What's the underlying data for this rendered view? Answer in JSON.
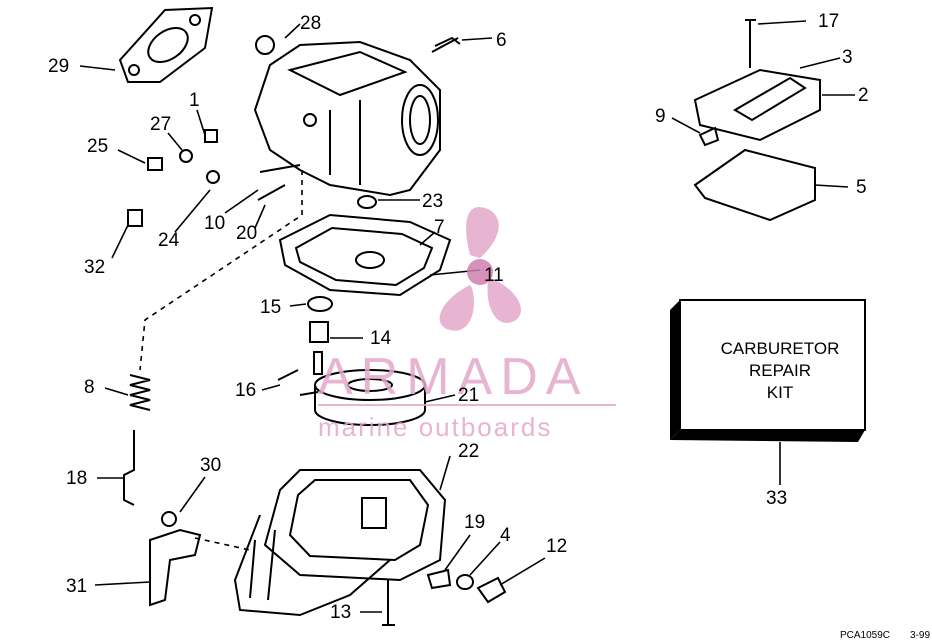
{
  "callouts": [
    "1",
    "2",
    "3",
    "4",
    "5",
    "6",
    "7",
    "8",
    "9",
    "10",
    "11",
    "12",
    "13",
    "14",
    "15",
    "16",
    "17",
    "18",
    "19",
    "20",
    "21",
    "22",
    "23",
    "24",
    "25",
    "27",
    "28",
    "29",
    "30",
    "31",
    "32",
    "33"
  ],
  "kit_label": [
    "CARBURETOR",
    "REPAIR",
    "KIT"
  ],
  "watermark": {
    "brand": "ARMADA",
    "tagline": "marine outboards",
    "color": "#e3a7c9"
  },
  "figure_code": "PCA1059C",
  "figure_code2": "3-99"
}
